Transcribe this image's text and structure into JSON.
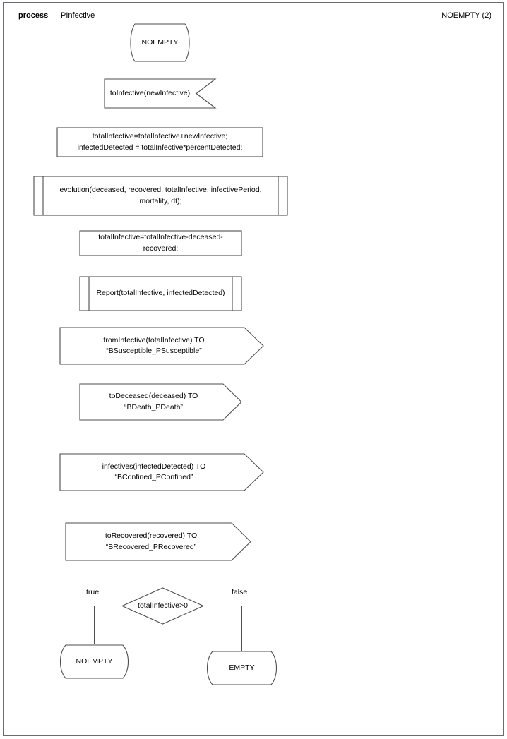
{
  "header": {
    "kind_label": "process",
    "process_name": "PInfective",
    "state_ref": "NOEMPTY (2)"
  },
  "diagram": {
    "title": "PInfective process state NOEMPTY (2)",
    "nodes": [
      {
        "id": "start-state",
        "shape": "sdl-state",
        "label": "NOEMPTY"
      },
      {
        "id": "input-toinfective",
        "shape": "sdl-input",
        "label": "toInfective(newInfective)"
      },
      {
        "id": "task-totals",
        "shape": "process-box",
        "label": "totalInfective=totalInfective+newInfective;\ninfectedDetected = totalInfective*percentDetected;"
      },
      {
        "id": "call-evolution",
        "shape": "predefined-process",
        "label": "evolution(deceased, recovered, totalInfective, infectivePeriod, mortality, dt);"
      },
      {
        "id": "task-subtract",
        "shape": "process-box",
        "label": "totalInfective=totalInfective-deceased-recovered;"
      },
      {
        "id": "call-report",
        "shape": "predefined-process",
        "label": "Report(totalInfective, infectedDetected)"
      },
      {
        "id": "send-susceptible",
        "shape": "sdl-output",
        "label": "fromInfective(totalInfective) TO “BSusceptible_PSusceptible”"
      },
      {
        "id": "send-death",
        "shape": "sdl-output",
        "label": "toDeceased(deceased) TO “BDeath_PDeath”"
      },
      {
        "id": "send-confined",
        "shape": "sdl-output",
        "label": "infectives(infectedDetected) TO “BConfined_PConfined”"
      },
      {
        "id": "send-recovered",
        "shape": "sdl-output",
        "label": "toRecovered(recovered) TO “BRecovered_PRecovered”"
      },
      {
        "id": "decision",
        "shape": "diamond",
        "label": "totalInfective>0"
      },
      {
        "id": "end-noempty",
        "shape": "sdl-state",
        "label": "NOEMPTY"
      },
      {
        "id": "end-empty",
        "shape": "sdl-state",
        "label": "EMPTY"
      }
    ],
    "edge_labels": {
      "true": "true",
      "false": "false"
    },
    "colors": {
      "stroke": "#4d4d52",
      "fill": "#ffffff",
      "text": "#000000",
      "page_border": "#6b6b72"
    }
  }
}
